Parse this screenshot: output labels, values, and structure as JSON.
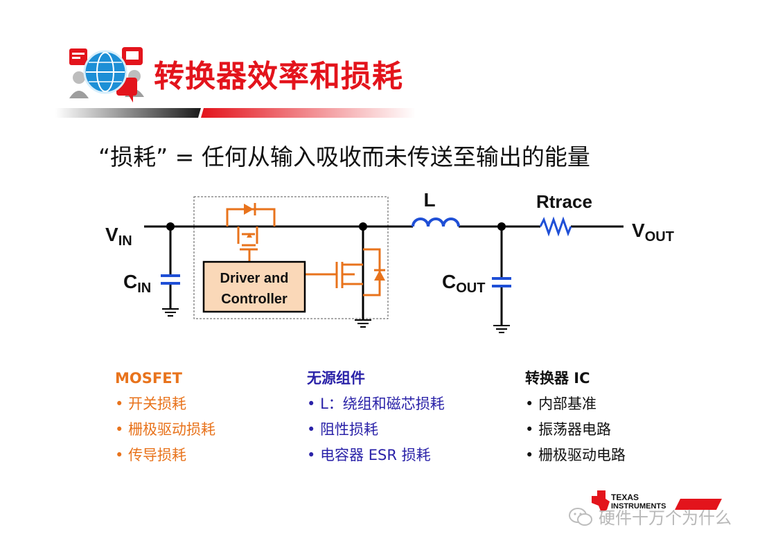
{
  "header": {
    "title": "转换器效率和损耗"
  },
  "subtitle": "“损耗”  =  任何从输入吸收而未传送至输出的能量",
  "circuit": {
    "vin_main": "V",
    "vin_sub": "IN",
    "cin_main": "C",
    "cin_sub": "IN",
    "inductor_label": "L",
    "rtrace_label": "Rtrace",
    "cout_main": "C",
    "cout_sub": "OUT",
    "vout_main": "V",
    "vout_sub": "OUT",
    "driver_line1": "Driver and",
    "driver_line2": "Controller",
    "colors": {
      "wire": "#000000",
      "mosfet": "#e8731c",
      "passive": "#1f4fd6",
      "driver_fill": "#fad8b8"
    }
  },
  "columns": {
    "mosfet": {
      "heading": "MOSFET",
      "items": [
        "开关损耗",
        "栅极驱动损耗",
        "传导损耗"
      ]
    },
    "passive": {
      "heading": "无源组件",
      "items": [
        "L：绕组和磁芯损耗",
        "阻性损耗",
        "电容器 ESR 损耗"
      ]
    },
    "ic": {
      "heading": "转换器 IC",
      "items": [
        "内部基准",
        "振荡器电路",
        "栅极驱动电路"
      ]
    }
  },
  "footer": {
    "ti_line1": "TEXAS",
    "ti_line2": "INSTRUMENTS",
    "watermark": "硬件十万个为什么"
  },
  "colors": {
    "title": "#e3141c",
    "mosfet_text": "#e8731c",
    "passive_text": "#2a22a8"
  }
}
